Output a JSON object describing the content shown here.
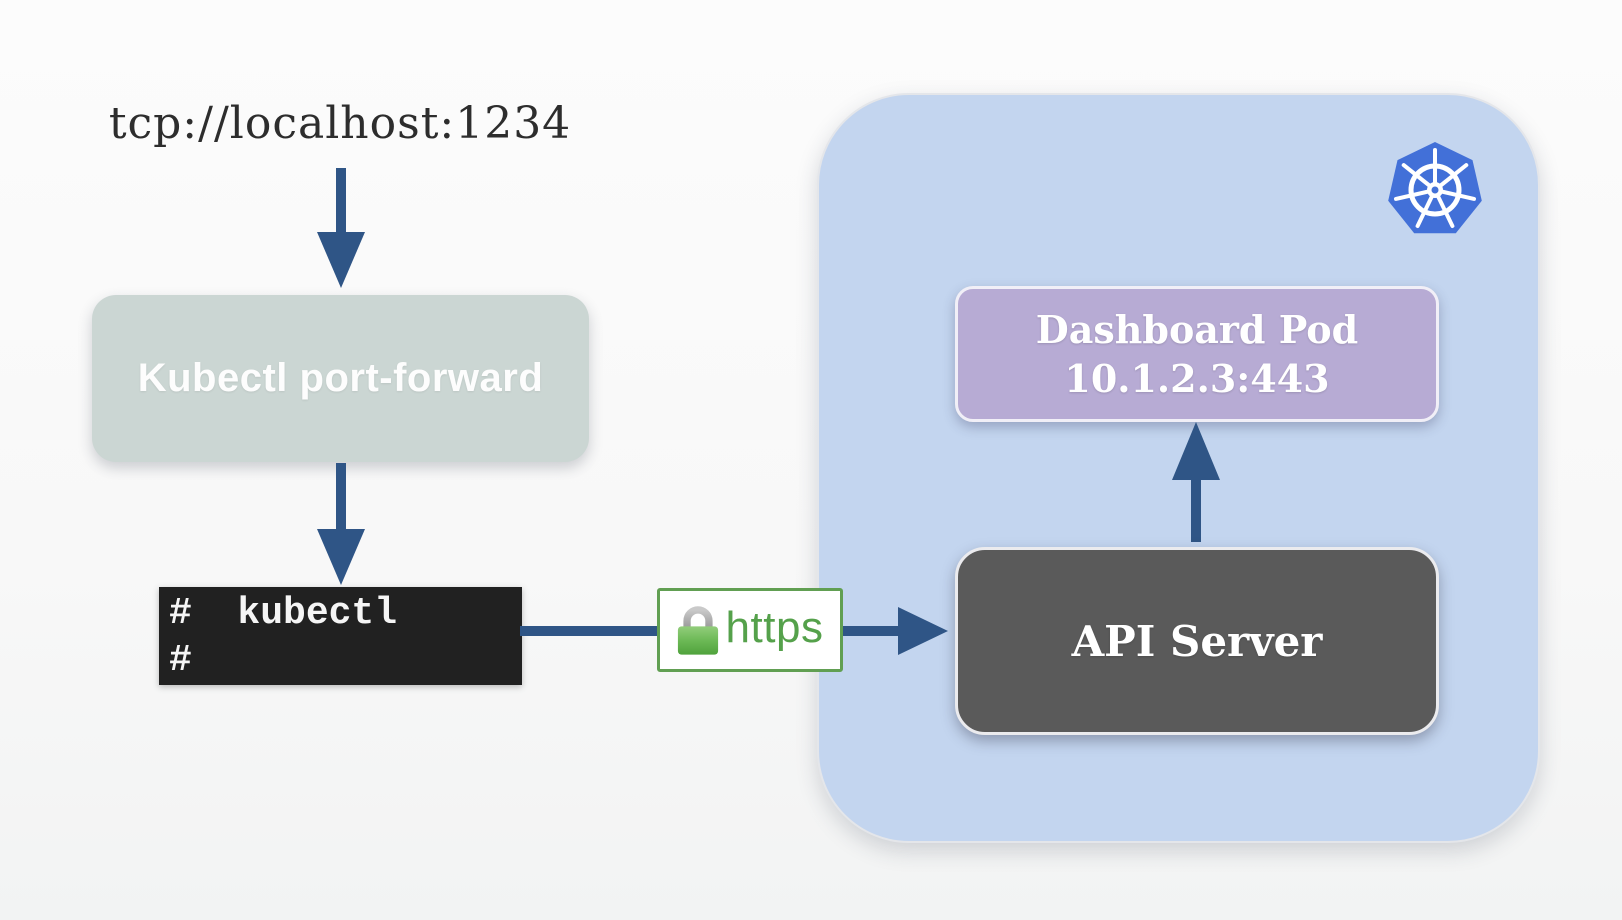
{
  "client": {
    "endpoint_label": "tcp://localhost:1234",
    "port_forward_label": "Kubectl port-forward",
    "terminal": {
      "line1": "#  kubectl",
      "line2": "#"
    }
  },
  "connection": {
    "protocol_label": "https",
    "lock_icon": "lock-icon"
  },
  "cluster": {
    "logo_icon": "kubernetes-logo",
    "dashboard_pod": {
      "name": "Dashboard Pod",
      "address": "10.1.2.3:443"
    },
    "api_server_label": "API Server"
  },
  "colors": {
    "arrow_blue": "#2f5586",
    "port_forward_bg": "#cbd6d3",
    "terminal_bg": "#212121",
    "https_green": "#55a14b",
    "https_border_green": "#619f52",
    "lock_body_green": "#4fa23c",
    "cluster_bg": "#c3d5ef",
    "kubernetes_blue": "#4270d8",
    "dashboard_pod_bg": "#b7abd4",
    "api_server_bg": "#5a5a5a"
  }
}
